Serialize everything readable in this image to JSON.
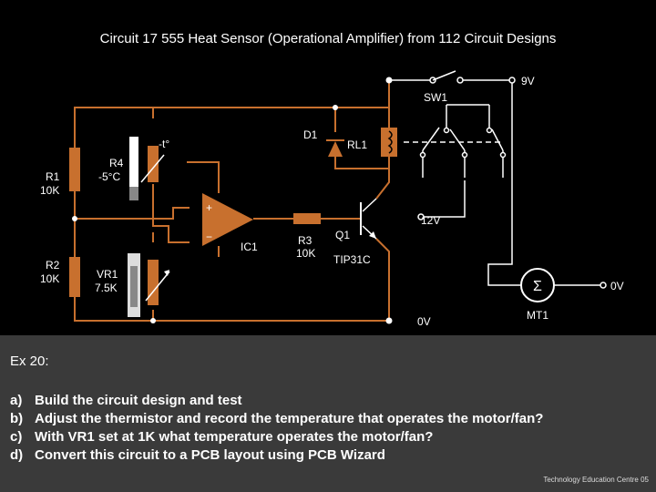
{
  "title": "Circuit 17 555 Heat Sensor (Operational Amplifier) from 112 Circuit Designs",
  "labels": {
    "sw1": "SW1",
    "v9": "9V",
    "d1": "D1",
    "rl1": "RL1",
    "temp": "-t°",
    "r4_name": "R4",
    "r4_value": "-5°C",
    "r1_name": "R1",
    "r1_value": "10K",
    "r2_name": "R2",
    "r2_value": "10K",
    "vr1_name": "VR1",
    "vr1_value": "7.5K",
    "plus": "+",
    "minus": "−",
    "ic1": "IC1",
    "r3_name": "R3",
    "r3_value": "10K",
    "q1": "Q1",
    "tip31c": "TIP31C",
    "v12": "12V",
    "v0_bottom": "0V",
    "v0_right": "0V",
    "mt1": "MT1",
    "motor_symbol": "Σ"
  },
  "exercise": {
    "heading": "Ex 20:",
    "tasks": [
      {
        "marker": "a)",
        "text": "Build the circuit design and test"
      },
      {
        "marker": "b)",
        "text": "Adjust the thermistor and record the temperature that operates the motor/fan?"
      },
      {
        "marker": "c)",
        "text": "With VR1 set at 1K what temperature operates the motor/fan?"
      },
      {
        "marker": "d)",
        "text": "Convert this circuit to a PCB layout using PCB Wizard"
      }
    ]
  },
  "footer": "Technology Education Centre 05",
  "colors": {
    "background": "#000000",
    "wire": "#c8702e",
    "panel": "#3a3a3a",
    "text": "#ffffff"
  }
}
